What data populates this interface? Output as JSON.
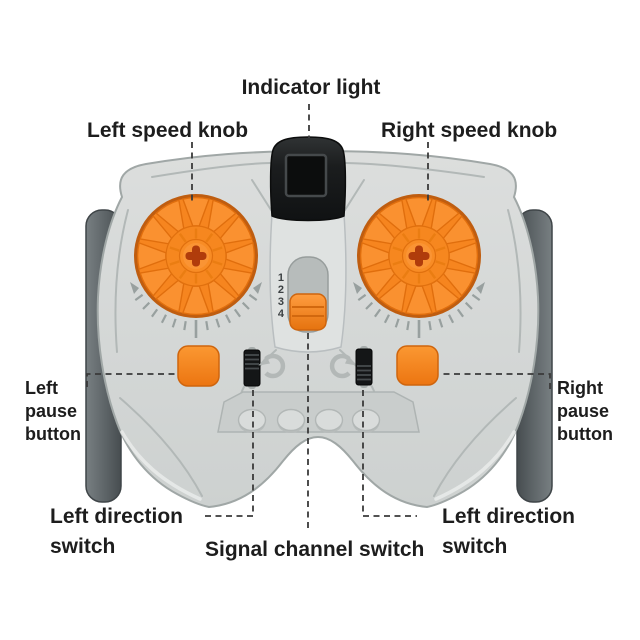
{
  "page": {
    "background": "#ffffff",
    "description": "Labeled diagram of an infrared speed remote control handset"
  },
  "colors": {
    "label_text": "#1d1d1d",
    "leader_line": "#3a3a3a",
    "body_gray": "#d5d8d7",
    "grip_gray": "#5b6265",
    "antenna_black": "#1b1d1e",
    "accent_orange": "#f6851f",
    "orange_dark": "#d2680e",
    "axle_hole_red": "#b03c0b",
    "engraving_gray": "#9aa3a2"
  },
  "device": {
    "channel_numbers": [
      "1",
      "2",
      "3",
      "4"
    ]
  },
  "labels": {
    "indicator_light": "Indicator light",
    "left_speed_knob": "Left speed knob",
    "right_speed_knob": "Right speed knob",
    "left_pause_button": {
      "line1": "Left",
      "line2": "pause",
      "line3": "button"
    },
    "right_pause_button": {
      "line1": "Right",
      "line2": "pause",
      "line3": "button"
    },
    "left_direction_switch": {
      "line1": "Left direction",
      "line2": "switch"
    },
    "signal_channel_switch": "Signal channel switch",
    "right_direction_switch": {
      "line1": "Left direction",
      "line2": "switch"
    }
  }
}
